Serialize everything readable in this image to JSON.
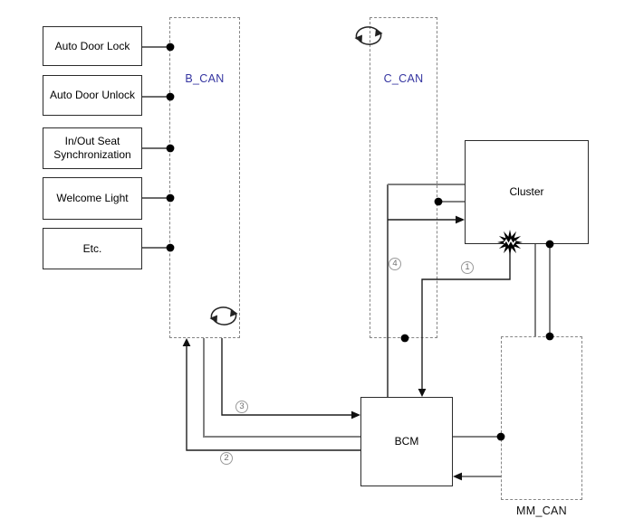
{
  "diagram": {
    "buses": {
      "b_can": {
        "label": "B_CAN"
      },
      "c_can": {
        "label": "C_CAN"
      },
      "mm_can": {
        "label": "MM_CAN"
      }
    },
    "nodes": {
      "cluster": {
        "label": "Cluster"
      },
      "bcm": {
        "label": "BCM"
      }
    },
    "features": [
      {
        "label": "Auto Door Lock"
      },
      {
        "label": "Auto Door Unlock"
      },
      {
        "label": "In/Out Seat Synchronization"
      },
      {
        "label": "Welcome Light"
      },
      {
        "label": "Etc."
      }
    ],
    "steps": [
      {
        "label": "1"
      },
      {
        "label": "2"
      },
      {
        "label": "3"
      },
      {
        "label": "4"
      }
    ],
    "colors": {
      "bus_label": "#3434a0",
      "line_gray": "#808080",
      "line_black": "#1f1f1f",
      "background": "#ffffff"
    }
  }
}
